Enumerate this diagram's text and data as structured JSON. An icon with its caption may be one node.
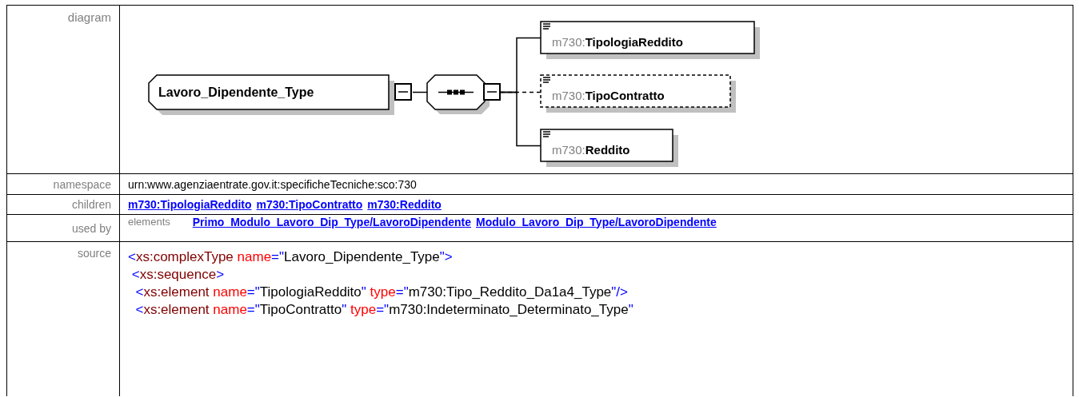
{
  "diagram": {
    "nodes": [
      {
        "text": [
          "Lavoro_Dipendente_Type"
        ]
      },
      {
        "text": [],
        "shape": "octagon"
      },
      {
        "text": [
          "m730:**TipologiaReddito**"
        ]
      },
      {
        "text": [
          "m730:**TipoContratto**"
        ]
      },
      {
        "text": [
          "m730:**Reddito**"
        ]
      }
    ],
    "edges": [
      {
        "from": 0,
        "to": 1,
        "arrow": "none"
      },
      {
        "from": 1,
        "to": 2,
        "arrow": "none"
      },
      {
        "from": 1,
        "to": 3,
        "arrow": "none",
        "style": "dashed"
      },
      {
        "from": 1,
        "to": 4,
        "arrow": "none"
      }
    ],
    "labels": [
      "diagram",
      "namespace",
      "urn:www.agenziaentrate.gov.it:specificheTecniche:sco:730",
      "children",
      "m730:TipologiaReddito",
      "m730:TipoContratto",
      "m730:Reddito",
      "used by",
      "elements",
      "Primo_Modulo_Lavoro_Dip_Type/LavoroDipendente",
      "Modulo_Lavoro_Dip_Type/LavoroDipendente",
      "source",
      "<xs:complexType name=\"Lavoro_Dipendente_Type\">",
      " <xs:sequence>",
      "  <xs:element name=\"TipologiaReddito\" type=\"m730:Tipo_Reddito_Da1a4_Type\"/>",
      "  <xs:element name=\"TipoContratto\" type=\"m730:Indeterminato_Determinato_Type\""
    ]
  }
}
